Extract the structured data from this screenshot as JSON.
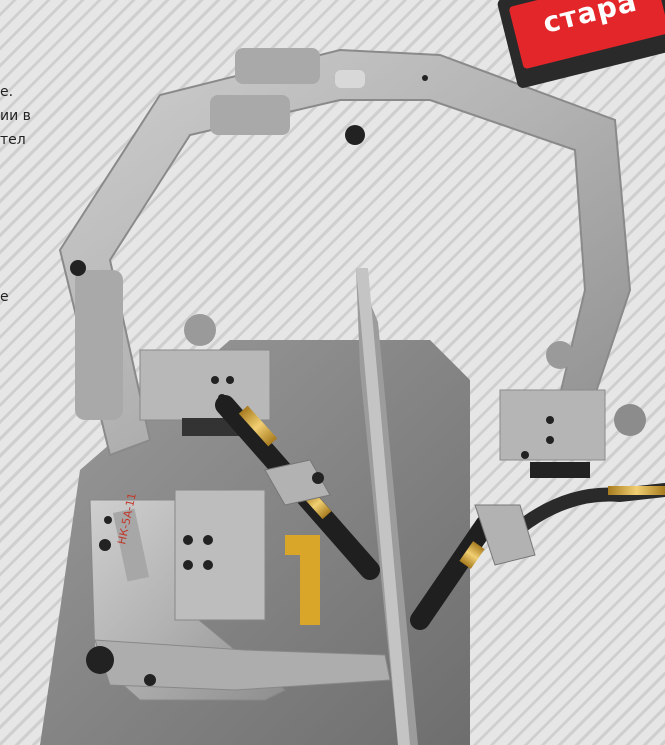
{
  "badge": {
    "label": "стара"
  },
  "left_text_fragments": [
    "е.",
    "ии в",
    "тел",
    "е"
  ],
  "photo": {
    "plate_label": "НК-5А-11",
    "accent": "#e3262a"
  }
}
